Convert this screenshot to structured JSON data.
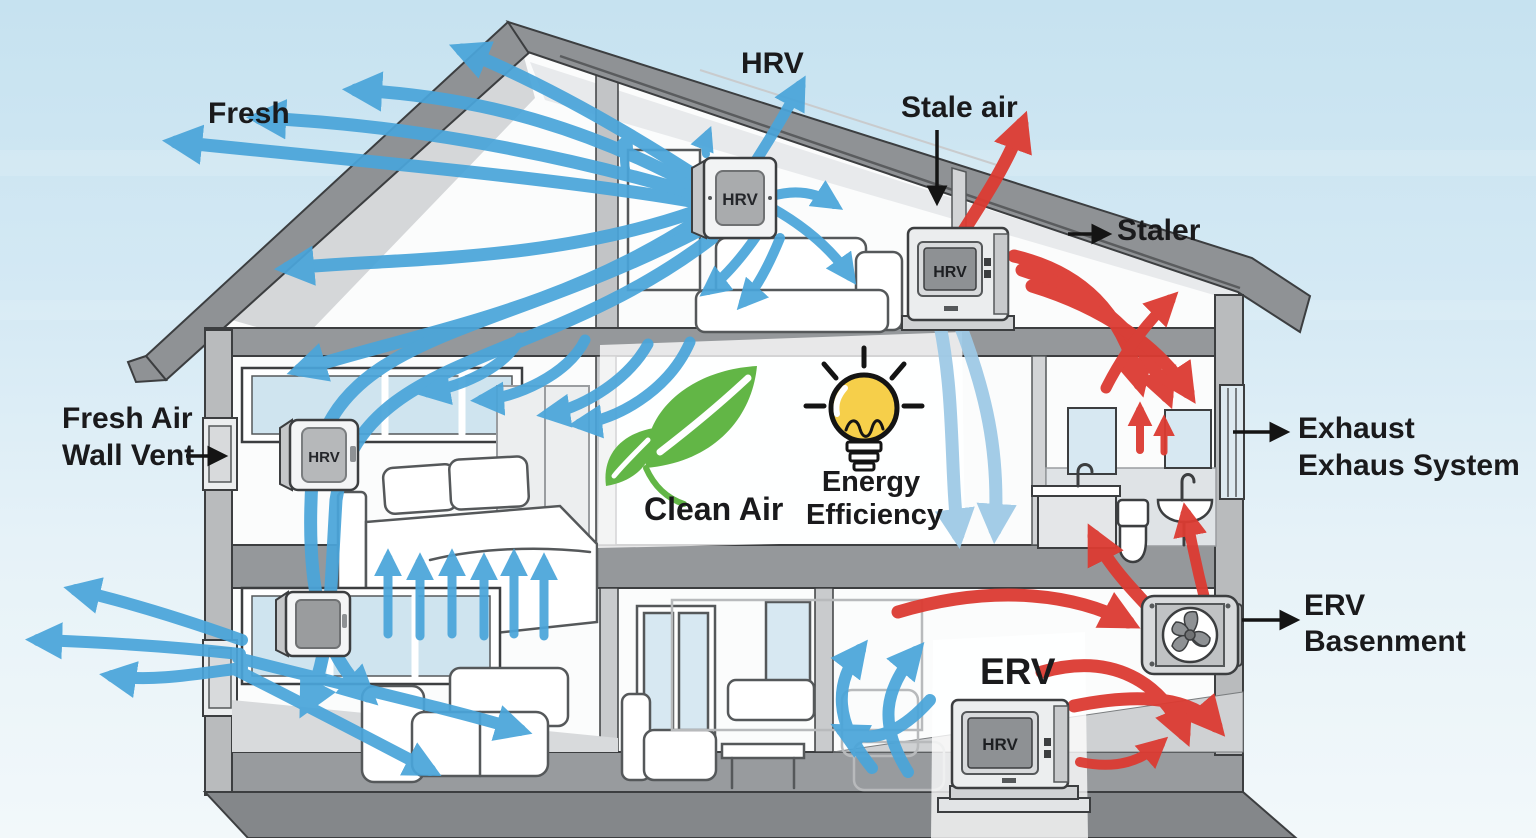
{
  "labels": {
    "fresh": "Fresh",
    "hrv_top": "HRV",
    "stale_air": "Stale air",
    "staler": "Staler",
    "wall_vent_line1": "Fresh Air",
    "wall_vent_line2": "Wall Vent",
    "exhaust_line1": "Exhaust",
    "exhaust_line2": "Exhaus System",
    "clean_air": "Clean Air",
    "energy_line1": "Energy",
    "energy_line2": "Efficiency",
    "erv_room": "ERV",
    "erv_right_line1": "ERV",
    "erv_right_line2": "Basenment"
  },
  "units": {
    "attic_wall_unit_label": "HRV",
    "attic_console_unit_label": "HRV",
    "bedroom_wall_unit_label": "HRV",
    "living_console_unit_label": "HRV"
  },
  "colors": {
    "fresh_air_blue": "#4aa5da",
    "fresh_air_blue_light": "#9dc9e6",
    "stale_air_red": "#dc3b32",
    "leaf_green": "#62b646",
    "bulb_yellow": "#f6cf4a",
    "roof_gray": "#8f9295",
    "sky_blue": "#c6e2f0"
  }
}
